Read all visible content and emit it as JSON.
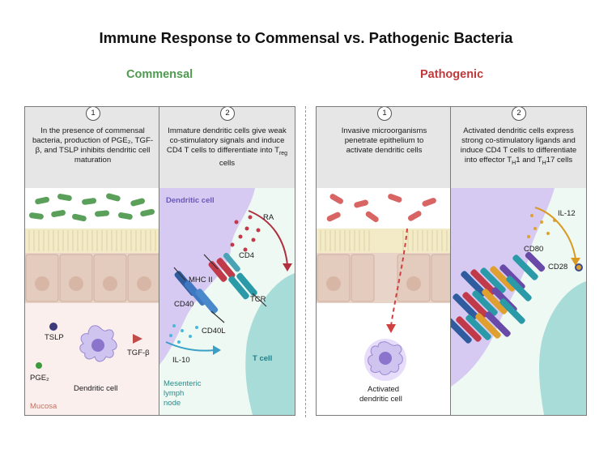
{
  "title": "Immune Response to Commensal vs. Pathogenic Bacteria",
  "commensal": {
    "heading": "Commensal",
    "panel1": {
      "number": "1",
      "caption": "In the presence of commensal bacteria, production of PGE₂, TGF-β, and TSLP inhibits dendritic cell maturation",
      "tslp": "TSLP",
      "tgfb": "TGF-β",
      "pge2": "PGE₂",
      "dendritic_cell": "Dendritic cell",
      "mucosa": "Mucosa"
    },
    "panel2": {
      "number": "2",
      "caption": "Immature dendritic cells give weak co-stimulatory signals and induce CD4 T cells to differentiate into T",
      "caption_sub": "reg",
      "caption_end": " cells",
      "dendritic_cell": "Dendritic cell",
      "ra": "RA",
      "cd4": "CD4",
      "mhc2": "MHC II",
      "tcr": "TCR",
      "cd40": "CD40",
      "cd40l": "CD40L",
      "il10": "IL-10",
      "tcell": "T cell",
      "mesenteric1": "Mesenteric",
      "mesenteric2": "lymph",
      "mesenteric3": "node"
    }
  },
  "pathogenic": {
    "heading": "Pathogenic",
    "panel1": {
      "number": "1",
      "caption": "Invasive microorganisms penetrate epithelium to activate dendritic cells",
      "activated1": "Activated",
      "activated2": "dendritic cell"
    },
    "panel2": {
      "number": "2",
      "caption_a": "Activated dendritic cells express strong co-stimulatory ligands and induce CD4 T cells to differentiate into effector T",
      "sub1": "H",
      "mid": "1 and T",
      "sub2": "H",
      "end": "17 cells",
      "il12": "IL-12",
      "cd80": "CD80",
      "cd28": "CD28"
    }
  },
  "colors": {
    "commensal_green": "#4f9a4f",
    "pathogenic_red": "#c0393b",
    "dendritic_purple": "#cfc1ef",
    "tcell_teal": "#a8dcd8"
  }
}
